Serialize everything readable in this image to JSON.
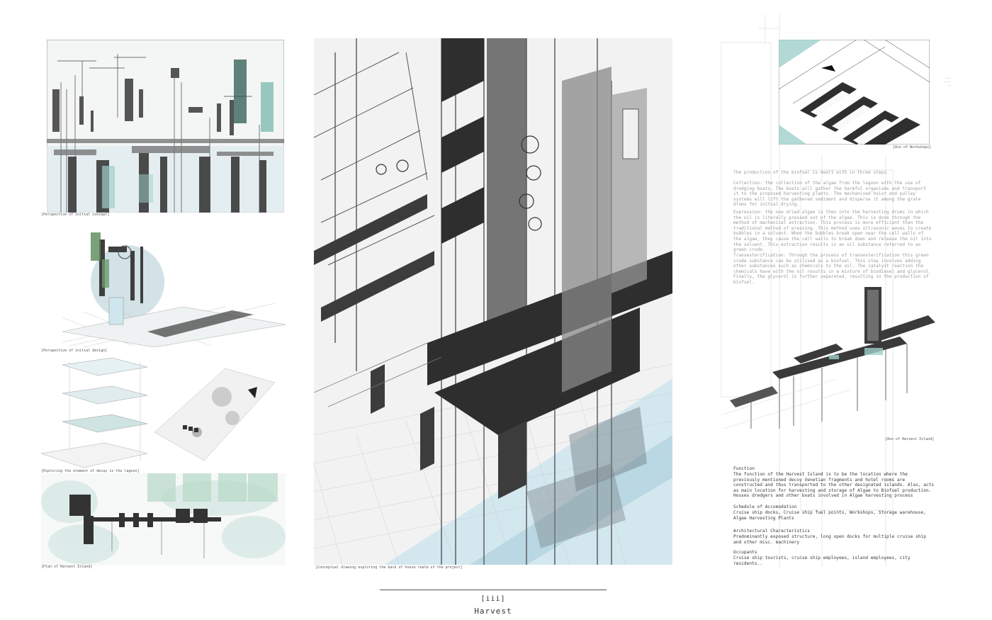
{
  "captions": {
    "p1": "[Perspective of initial concept]",
    "p2": "[Perspective of initial design]",
    "p3": "[Exploring the element of decay in the lagoon]",
    "p4": "[Plan of Harvest Island]",
    "center": "[Conceptual drawing exploring the back of house realm of the project]",
    "workshops": "[Axo of Workshops]",
    "harvest_axo": "[Axo of Harvest Island]"
  },
  "biofuel_text": {
    "intro": "The production of the biofuel is dealt with in three steps.",
    "p1": "Collection: the collection of the algae from the lagoon with the use of dredging boats. The boats will gather the harmful organisms and transport it to the proposed harvesting plants. The mechanised hoist and pulley systems will lift the gathered sediment and disperse it among the grate drums for initial drying.",
    "p2": "Expression: the now dried algae is then into the harvesting drums in which the oil is literally pressed out of the algae. This is done through the method of mechanical extraction. This process is more efficient than the traditional method of pressing. This method uses ultrasonic waves to create bubbles in a solvent. When the bubbles break open near the cell walls of the algae, they cause the cell walls to break down and release the oil into the solvent. This extraction results in an oil substance referred to as green crude.",
    "p3": "Transesterification: Through the process of transesterification this green crude substance can be utilised as a biofuel. This step involves adding other substances such as chemicals to the oil. The catalyst reaction the chemicals have with the oil results in a mixture of biodiesel and glycerol. Finally, the glycerol is further separated, resulting in the production of biofuel."
  },
  "info": {
    "function_heading": "Function",
    "function_body": "The function of the Harvest Island is to be the location where the previously mentioned decoy Venetian fragments and hotel rooms are constructed and thus transported to the other designated islands. Also, acts as main location for harvesting and storage of Algae to Biofuel production. Houses dredgers and other boats involved in Algae harvesting process",
    "schedule_heading": "Schedule of Accomodation",
    "schedule_body": "Cruise ship docks, Cruise ship fuel points, Workshops, Storage warehouse, Algae Harvesting Plants",
    "arch_heading": "Architectural Characteristics",
    "arch_body": "Predominantly exposed structure, long open docks for multiple cruise ship and other misc. machinery",
    "occupants_heading": "Occupants",
    "occupants_body": "Cruise ship tourists, cruise ship employees, island employees, city residents.."
  },
  "title": {
    "mark": "[iii]",
    "name": "Harvest"
  },
  "colors": {
    "ink": "#333333",
    "accent_teal": "#9fcfcc",
    "sky_blue": "#cfe6ee",
    "dark_steel": "#3a3a3a"
  }
}
